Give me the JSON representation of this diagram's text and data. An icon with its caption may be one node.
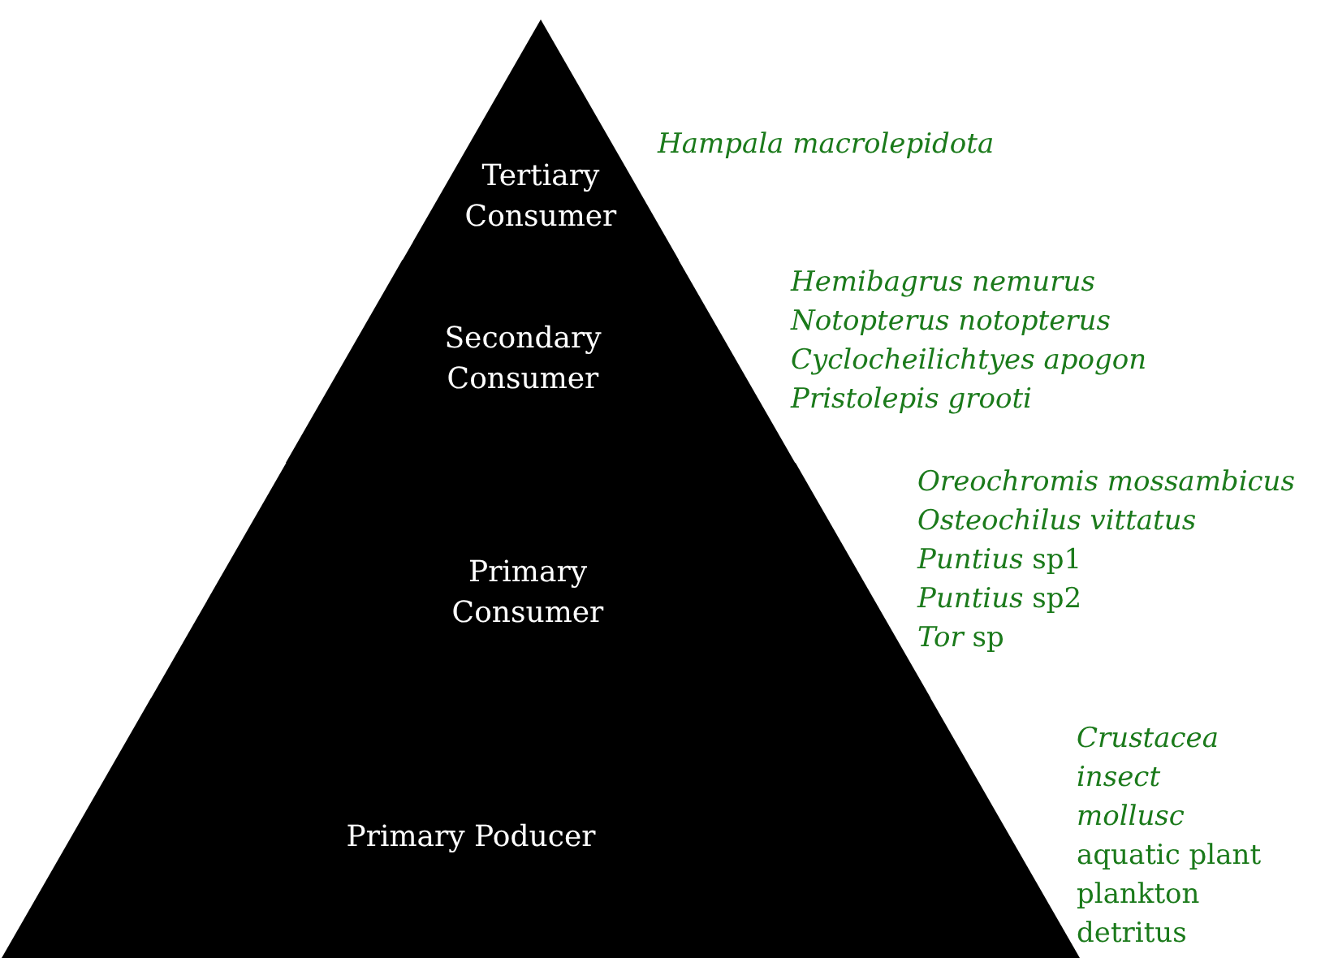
{
  "diagram": {
    "nodes": [
      {
        "text": [
          "Tertiary Consumer"
        ],
        "beside": [
          "*Hampala macrolepidota*"
        ]
      },
      {
        "text": [
          "Secondary Consumer"
        ],
        "beside": [
          "*Hemibagrus nemurus*",
          "*Notopterus notopterus*",
          "*Cyclocheilichtyes apogon*",
          "*Pristolepis grooti*"
        ]
      },
      {
        "text": [
          "Primary Consumer"
        ],
        "beside": [
          "*Oreochromis mossambicus*",
          "*Osteochilus vittatus*",
          "*Puntius* sp1",
          "*Puntius* sp2",
          "*Tor* sp"
        ]
      },
      {
        "text": [
          "Primary Poducer"
        ],
        "beside": [
          "*Crustacea*",
          "*insect*",
          "*mollusc*",
          "aquatic plant",
          "plankton",
          "detritus"
        ]
      }
    ],
    "edges": []
  }
}
